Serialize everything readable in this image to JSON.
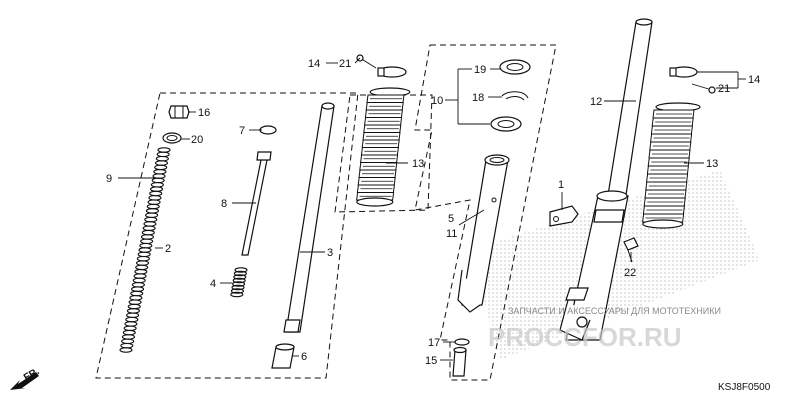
{
  "labels": {
    "p1": "1",
    "p2": "2",
    "p3": "3",
    "p4": "4",
    "p5": "5",
    "p6": "6",
    "p7": "7",
    "p8": "8",
    "p9": "9",
    "p10": "10",
    "p11": "11",
    "p12": "12",
    "p13a": "13",
    "p13b": "13",
    "p14a": "14",
    "p14b": "14",
    "p15": "15",
    "p16": "16",
    "p17": "17",
    "p18": "18",
    "p19": "19",
    "p20": "20",
    "p21a": "21",
    "p21b": "21",
    "p22": "22"
  },
  "watermark": {
    "text": "ЗАПЧАСТИ И АКСЕССУАРЫ ДЛЯ МОТОТЕХНИКИ",
    "brand": "PROCCFOR.RU"
  },
  "diagram_code": "KSJ8F0500",
  "direction_label": "FR."
}
